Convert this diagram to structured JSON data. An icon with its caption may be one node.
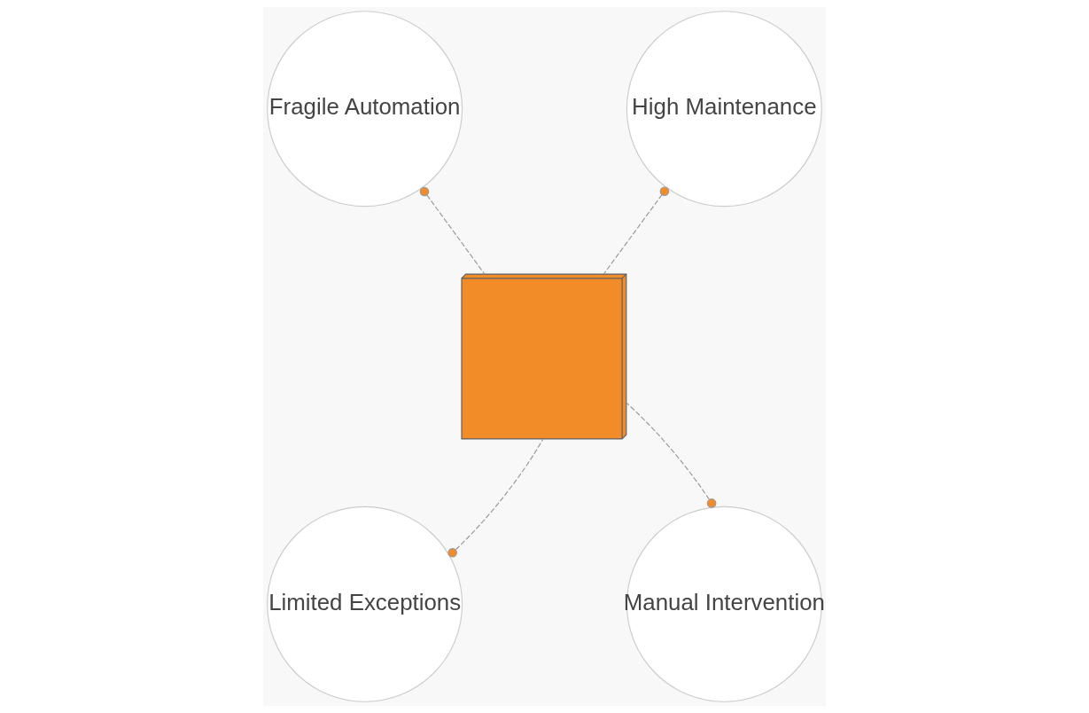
{
  "diagram": {
    "nodes": [
      {
        "text": [
          "Fragile Automation"
        ]
      },
      {
        "text": [
          "High Maintenance"
        ]
      },
      {
        "text": [],
        "shape": "picture"
      },
      {
        "text": [
          "Limited Exceptions"
        ]
      },
      {
        "text": [
          "Manual Intervention"
        ]
      }
    ],
    "edges": [
      {
        "from": 0,
        "to": 2,
        "arrow": "other",
        "style": "dashed"
      },
      {
        "from": 1,
        "to": 2,
        "arrow": "other",
        "style": "dashed"
      },
      {
        "from": 3,
        "to": 2,
        "arrow": "other",
        "style": "dashed"
      },
      {
        "from": 4,
        "to": 2,
        "arrow": "other",
        "style": "dashed"
      }
    ]
  }
}
